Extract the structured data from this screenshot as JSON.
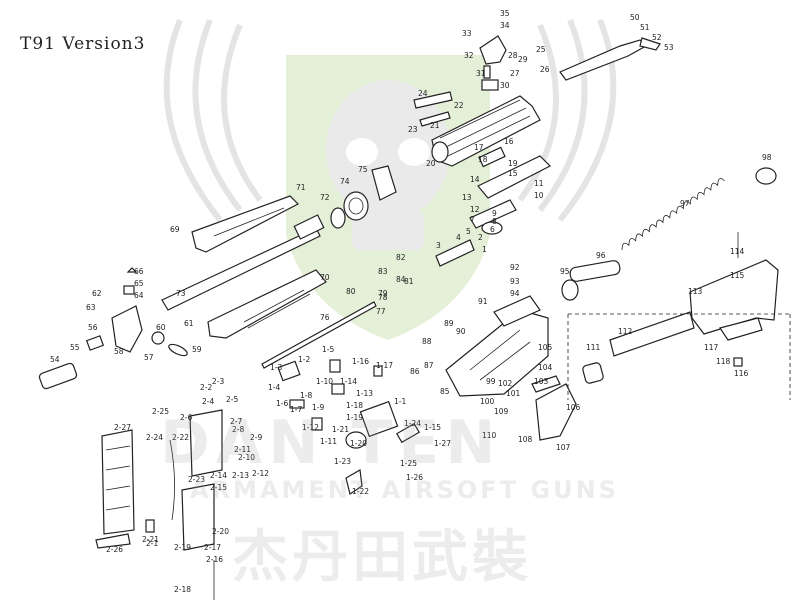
{
  "title": "T91  Version3",
  "watermark": {
    "brand": "DAN TEN",
    "subtitle": "ARMAMENT AIRSOFT GUNS",
    "chinese": "杰丹田武裝"
  },
  "colors": {
    "line": "#222222",
    "shield": "#cfe3b8",
    "watermark": "#9a9a9a"
  },
  "part_labels": [
    "35",
    "34",
    "33",
    "50",
    "51",
    "52",
    "53",
    "25",
    "32",
    "28",
    "29",
    "27",
    "26",
    "31",
    "30",
    "24",
    "22",
    "23",
    "21",
    "20",
    "16",
    "17",
    "18",
    "19",
    "15",
    "14",
    "13",
    "12",
    "11",
    "10",
    "9",
    "8",
    "7",
    "6",
    "5",
    "4",
    "3",
    "2",
    "1",
    "75",
    "74",
    "72",
    "71",
    "69",
    "98",
    "97",
    "96",
    "95",
    "66",
    "65",
    "64",
    "62",
    "63",
    "73",
    "70",
    "82",
    "83",
    "84",
    "81",
    "80",
    "79",
    "78",
    "77",
    "76",
    "92",
    "93",
    "94",
    "91",
    "87",
    "86",
    "114",
    "115",
    "113",
    "112",
    "111",
    "117",
    "118",
    "116",
    "56",
    "58",
    "57",
    "60",
    "61",
    "59",
    "55",
    "54",
    "90",
    "89",
    "88",
    "85",
    "99",
    "100",
    "101",
    "102",
    "103",
    "104",
    "105",
    "106",
    "107",
    "108",
    "109",
    "110",
    "1-2",
    "1-3",
    "1-4",
    "1-5",
    "1-6",
    "1-7",
    "1-8",
    "1-9",
    "1-10",
    "1-11",
    "1-12",
    "1-13",
    "1-14",
    "1-15",
    "1-16",
    "1-17",
    "1-18",
    "1-19",
    "1-20",
    "1-21",
    "1-22",
    "1-23",
    "1-24",
    "1-25",
    "1-26",
    "1-27",
    "1-1",
    "2-1",
    "2-2",
    "2-3",
    "2-4",
    "2-5",
    "2-6",
    "2-7",
    "2-8",
    "2-9",
    "2-10",
    "2-11",
    "2-12",
    "2-13",
    "2-14",
    "2-15",
    "2-16",
    "2-17",
    "2-18",
    "2-19",
    "2-20",
    "2-21",
    "2-22",
    "2-23",
    "2-24",
    "2-25",
    "2-26",
    "2-27"
  ]
}
